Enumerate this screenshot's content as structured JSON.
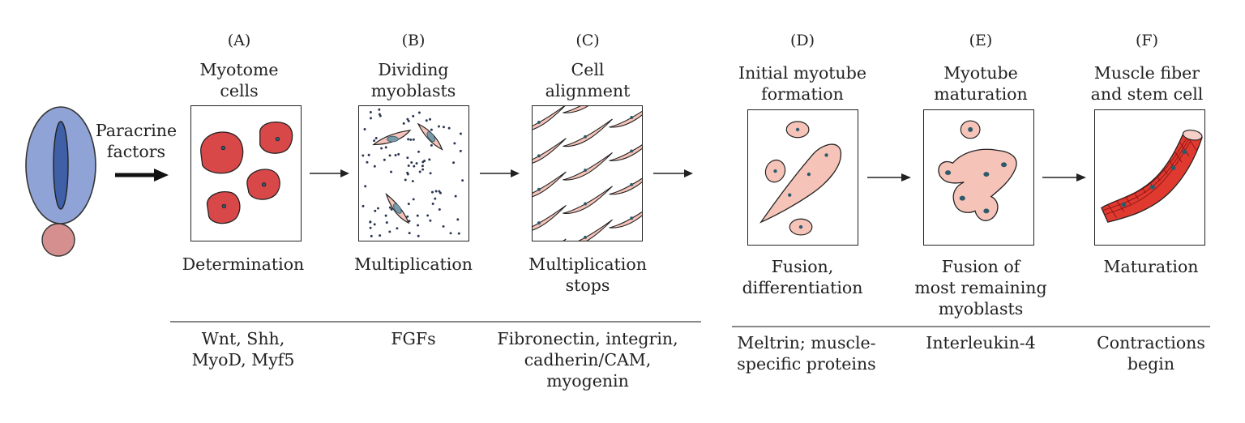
{
  "source": {
    "label_lines": [
      "Paracrine",
      "factors"
    ]
  },
  "stages": [
    {
      "letter": "(A)",
      "title_lines": [
        "Myotome",
        "cells"
      ],
      "process_lines": [
        "Determination"
      ],
      "factor_lines": [
        "Wnt, Shh,",
        "MyoD, Myf5"
      ]
    },
    {
      "letter": "(B)",
      "title_lines": [
        "Dividing",
        "myoblasts"
      ],
      "process_lines": [
        "Multiplication"
      ],
      "factor_lines": [
        "FGFs"
      ]
    },
    {
      "letter": "(C)",
      "title_lines": [
        "Cell",
        "alignment"
      ],
      "process_lines": [
        "Multiplication",
        "stops"
      ],
      "factor_lines": [
        "Fibronectin, integrin,",
        "cadherin/CAM,",
        "myogenin"
      ]
    },
    {
      "letter": "(D)",
      "title_lines": [
        "Initial myotube",
        "formation"
      ],
      "process_lines": [
        "Fusion,",
        "differentiation"
      ],
      "factor_lines": [
        "Meltrin; muscle-",
        "specific proteins"
      ]
    },
    {
      "letter": "(E)",
      "title_lines": [
        "Myotube",
        "maturation"
      ],
      "process_lines": [
        "Fusion of",
        "most remaining",
        "myoblasts"
      ],
      "factor_lines": [
        "Interleukin-4"
      ]
    },
    {
      "letter": "(F)",
      "title_lines": [
        "Muscle fiber",
        "and stem cell"
      ],
      "process_lines": [
        "Maturation"
      ],
      "factor_lines": [
        "Contractions",
        "begin"
      ]
    }
  ],
  "colors": {
    "somite_fill": "#8fa3d6",
    "somite_core": "#3f5fa6",
    "notochord_fill": "#d58f8f",
    "myotome_cell": "#d94848",
    "myoblast_fill": "#f5c3b8",
    "nucleus": "#2f5a6b",
    "fiber_red": "#e03a30"
  }
}
